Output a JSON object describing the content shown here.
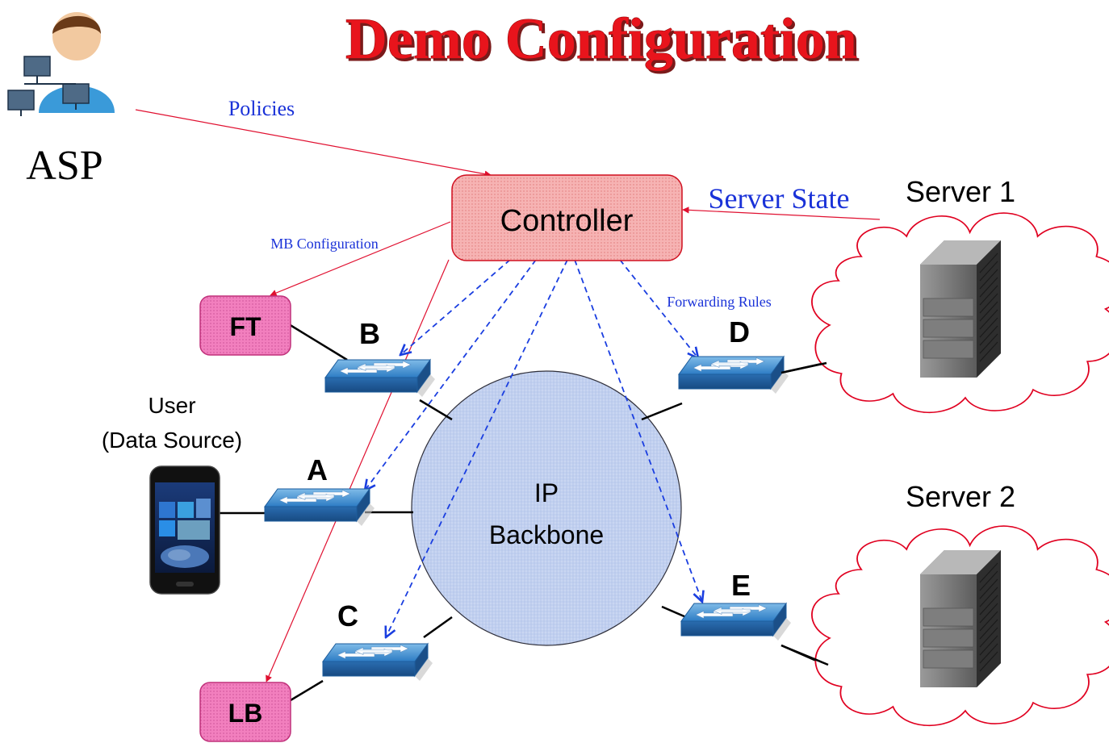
{
  "title": "Demo Configuration",
  "asp": {
    "label": "ASP"
  },
  "controller": {
    "label": "Controller"
  },
  "backbone": {
    "line1": "IP",
    "line2": "Backbone"
  },
  "middleboxes": {
    "ft": "FT",
    "lb": "LB"
  },
  "switches": {
    "a": "A",
    "b": "B",
    "c": "C",
    "d": "D",
    "e": "E"
  },
  "user": {
    "line1": "User",
    "line2": "(Data Source)"
  },
  "servers": {
    "s1": "Server 1",
    "s2": "Server 2"
  },
  "edge_labels": {
    "policies": "Policies",
    "server_state": "Server State",
    "mb_configuration": "MB Configuration",
    "forwarding_rules": "Forwarding Rules"
  },
  "colors": {
    "title_red": "#e8141c",
    "control_red": "#e01030",
    "rule_blue": "#1a3ee0",
    "label_blue": "#1a32d8",
    "controller_fill": "#f6b3b3",
    "mb_fill": "#f27fbe",
    "backbone_fill": "#c9d6f2",
    "cloud_stroke": "#e00020"
  }
}
